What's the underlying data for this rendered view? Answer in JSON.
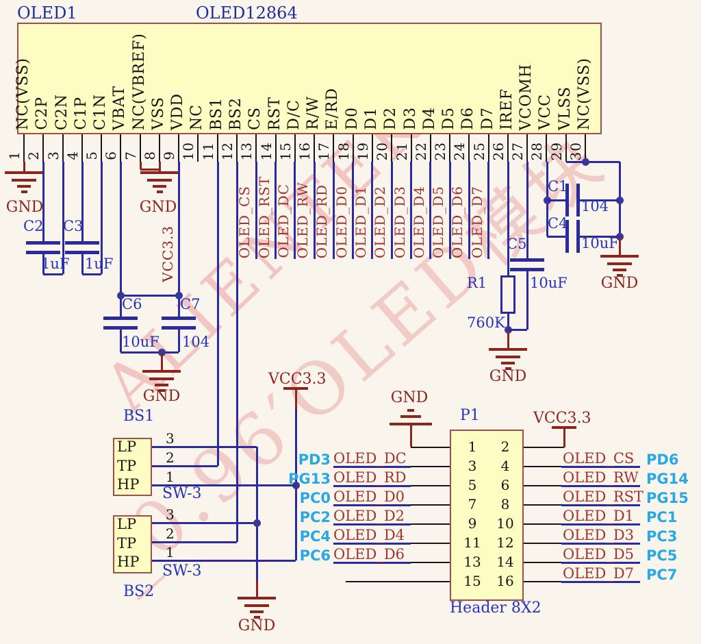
{
  "title": {
    "ref": "OLED1",
    "part": "OLED12864"
  },
  "ic": {
    "pins": [
      {
        "num": "1",
        "name": "NC(VSS)"
      },
      {
        "num": "2",
        "name": "C2P"
      },
      {
        "num": "3",
        "name": "C2N"
      },
      {
        "num": "4",
        "name": "C1P"
      },
      {
        "num": "5",
        "name": "C1N"
      },
      {
        "num": "6",
        "name": "VBAT"
      },
      {
        "num": "7",
        "name": "NC(VBREF)"
      },
      {
        "num": "8",
        "name": "VSS"
      },
      {
        "num": "9",
        "name": "VDD"
      },
      {
        "num": "10",
        "name": "NC"
      },
      {
        "num": "11",
        "name": "BS1"
      },
      {
        "num": "12",
        "name": "BS2"
      },
      {
        "num": "13",
        "name": "CS"
      },
      {
        "num": "14",
        "name": "RST"
      },
      {
        "num": "15",
        "name": "D/C"
      },
      {
        "num": "16",
        "name": "R/W"
      },
      {
        "num": "17",
        "name": "E/RD"
      },
      {
        "num": "18",
        "name": "D0"
      },
      {
        "num": "19",
        "name": "D1"
      },
      {
        "num": "20",
        "name": "D2"
      },
      {
        "num": "21",
        "name": "D3"
      },
      {
        "num": "22",
        "name": "D4"
      },
      {
        "num": "23",
        "name": "D5"
      },
      {
        "num": "24",
        "name": "D6"
      },
      {
        "num": "25",
        "name": "D7"
      },
      {
        "num": "26",
        "name": "IREF"
      },
      {
        "num": "27",
        "name": "VCOMH"
      },
      {
        "num": "28",
        "name": "VCC"
      },
      {
        "num": "29",
        "name": "VLSS"
      },
      {
        "num": "30",
        "name": "NC(VSS)"
      }
    ],
    "net_labels": {
      "13": "OLED_CS",
      "14": "OLED_RST",
      "15": "OLED_DC",
      "16": "OLED_RW",
      "17": "OLED_RD",
      "18": "OLED_D0",
      "19": "OLED_D1",
      "20": "OLED_D2",
      "21": "OLED_D3",
      "22": "OLED_D4",
      "23": "OLED_D5",
      "24": "OLED_D6",
      "25": "OLED_D7"
    }
  },
  "power": {
    "gnd": "GND",
    "vcc": "VCC3.3"
  },
  "components": {
    "c2": {
      "ref": "C2",
      "value": "1uF"
    },
    "c3": {
      "ref": "C3",
      "value": "1uF"
    },
    "c6": {
      "ref": "C6",
      "value": "10uF"
    },
    "c7": {
      "ref": "C7",
      "value": "104"
    },
    "c1": {
      "ref": "C1",
      "value": "104"
    },
    "c4": {
      "ref": "C4",
      "value": "10uF"
    },
    "c5": {
      "ref": "C5",
      "value": "10uF"
    },
    "r1": {
      "ref": "R1",
      "value": "760K"
    },
    "bs1": {
      "ref": "BS1",
      "value": "SW-3",
      "throws": [
        "LP",
        "TP",
        "HP"
      ],
      "pin_numbers": [
        "3",
        "2",
        "1"
      ]
    },
    "bs2": {
      "ref": "BS2",
      "value": "SW-3",
      "throws": [
        "LP",
        "TP",
        "HP"
      ],
      "pin_numbers": [
        "3",
        "2",
        "1"
      ]
    },
    "p1": {
      "ref": "P1",
      "value": "Header 8X2"
    }
  },
  "header_rows": [
    {
      "l": "1",
      "r": "2",
      "l_net": "",
      "l_port": "",
      "r_net": "",
      "r_port": ""
    },
    {
      "l": "3",
      "r": "4",
      "l_net": "OLED_DC",
      "l_port": "PD3",
      "r_net": "OLED_CS",
      "r_port": "PD6"
    },
    {
      "l": "5",
      "r": "6",
      "l_net": "OLED_RD",
      "l_port": "PG13",
      "r_net": "OLED_RW",
      "r_port": "PG14"
    },
    {
      "l": "7",
      "r": "8",
      "l_net": "OLED_D0",
      "l_port": "PC0",
      "r_net": "OLED_RST",
      "r_port": "PG15"
    },
    {
      "l": "9",
      "r": "10",
      "l_net": "OLED_D2",
      "l_port": "PC2",
      "r_net": "OLED_D1",
      "r_port": "PC1"
    },
    {
      "l": "11",
      "r": "12",
      "l_net": "OLED_D4",
      "l_port": "PC4",
      "r_net": "OLED_D3",
      "r_port": "PC3"
    },
    {
      "l": "13",
      "r": "14",
      "l_net": "OLED_D6",
      "l_port": "PC6",
      "r_net": "OLED_D5",
      "r_port": "PC5"
    },
    {
      "l": "15",
      "r": "16",
      "l_net": "",
      "l_port": "",
      "r_net": "OLED_D7",
      "r_port": "PC7"
    }
  ],
  "watermark": {
    "line1": "ALIENTEK",
    "line2": "_0.96′OLED模块"
  },
  "colors": {
    "background": "#faf5ec",
    "wire_blue": "#2b2b9e",
    "black": "#161616",
    "maroon": "#8e241e",
    "net_red": "#a2342e",
    "ref_blue": "#2433bb",
    "title_blue": "#1f2d9e",
    "cyan": "#29a9e2",
    "fill_yellow": "#fdfcc2",
    "box_border": "#a24d4d",
    "dot": "#38389a",
    "watermark_pink": "#e79898"
  }
}
